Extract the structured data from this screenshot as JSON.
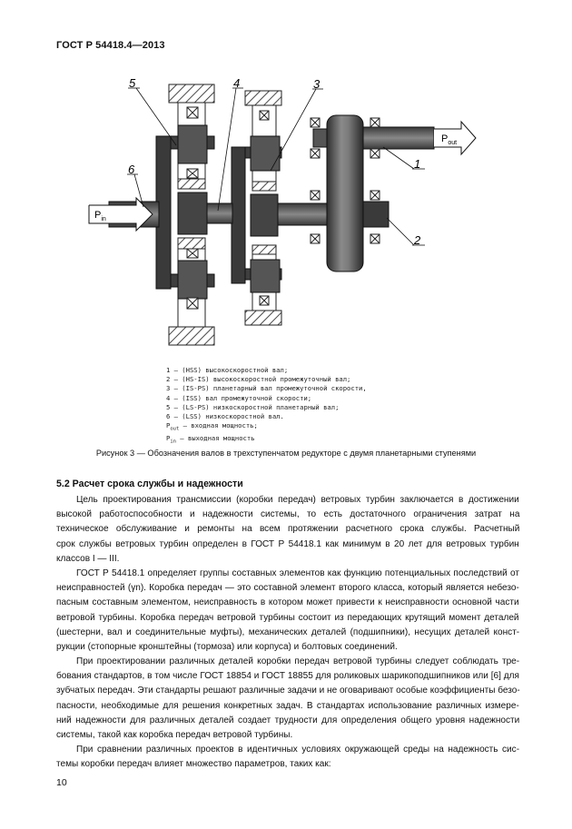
{
  "header": {
    "standard": "ГОСТ Р 54418.4—2013"
  },
  "diagram": {
    "labels": [
      "5",
      "4",
      "3",
      "6",
      "1",
      "2"
    ],
    "p_in": {
      "base": "P",
      "sub": "in"
    },
    "p_out": {
      "base": "P",
      "sub": "out"
    }
  },
  "legend": [
    {
      "num": "1",
      "text": "— (HSS) высокоскоростной вал;"
    },
    {
      "num": "2",
      "text": "— (HS-IS) высокоскоростной промежуточный вал;"
    },
    {
      "num": "3",
      "text": "— (IS-PS) планетарный вал промежуточной скорости,"
    },
    {
      "num": "4",
      "text": "— (ISS) вал промежуточной скорости;"
    },
    {
      "num": "5",
      "text": "— (LS-PS) низкоскоростной планетарный вал;"
    },
    {
      "num": "6",
      "text": "— (LSS) низкоскоростной вал."
    },
    {
      "num": "P",
      "sub": "out",
      "text": "— входная мощность;"
    },
    {
      "num": "P",
      "sub": "in",
      "text": "— выходная мощность"
    }
  ],
  "caption": "Рисунок 3 — Обозначения валов в трехступенчатом редукторе с двумя планетарными ступенями",
  "section_title": "5.2 Расчет срока службы и надежности",
  "paragraphs": [
    [
      "Цель проектирования трансмиссии (коробки передач) ветровых турбин заключается в достижении",
      "высокой работоспособности и надежности системы, то есть достаточного ограничения затрат на",
      "техническое обслуживание и ремонты на всем протяжении расчетного срока службы. Расчетный",
      "срок службы ветровых турбин определен в ГОСТ Р 54418.1 как минимум в 20 лет для ветровых турбин",
      "классов I — III."
    ],
    [
      "ГОСТ Р 54418.1 определяет группы составных элементов как функцию потенциальных последствий от",
      "неисправностей (γn). Коробка передач — это составной элемент второго класса, который является небезо-",
      "пасным составным элементом, неисправность в котором может привести к неисправности основной части",
      "ветровой турбины. Коробка передач ветровой турбины состоит из передающих крутящий момент деталей",
      "(шестерни, вал и соединительные муфты), механических деталей (подшипники), несущих деталей конст-",
      "рукции (стопорные кронштейны (тормоза) или корпуса) и болтовых соединений."
    ],
    [
      "При проектировании различных деталей коробки передач ветровой турбины следует соблюдать тре-",
      "бования стандартов, в том числе ГОСТ 18854 и ГОСТ 18855 для роликовых шарикоподшипников или [6] для",
      "зубчатых передач. Эти стандарты решают различные задачи и не оговаривают особые коэффициенты безо-",
      "пасности, необходимые для решения конкретных задач. В стандартах использование различных измере-",
      "ний надежности для различных деталей создает трудности для определения общего уровня надежности",
      "системы, такой как коробка передач ветровой турбины."
    ],
    [
      "При сравнении различных проектов в идентичных условиях окружающей среды на надежность сис-",
      "темы коробки передач влияет множество параметров, таких как:"
    ]
  ],
  "page_number": "10"
}
